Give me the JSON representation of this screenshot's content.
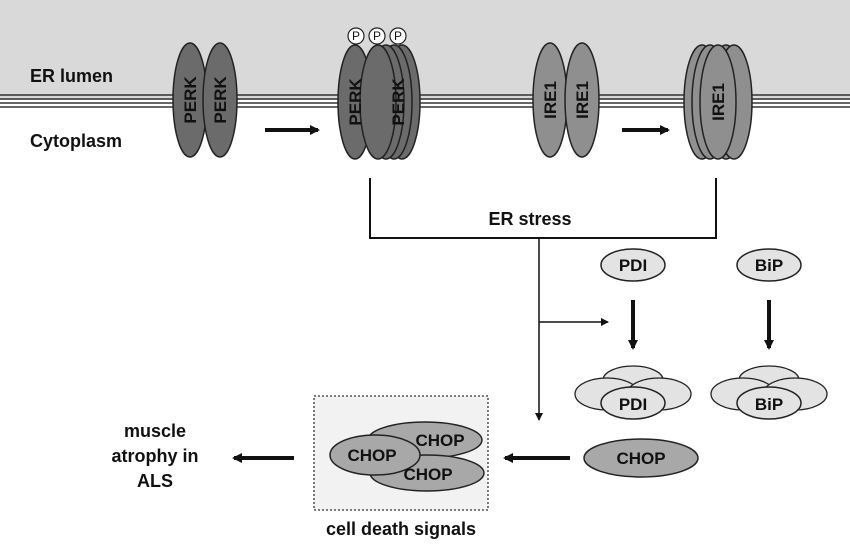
{
  "membrane": {
    "er_lumen_label": "ER lumen",
    "cytoplasm_label": "Cytoplasm"
  },
  "proteins": {
    "perk": "PERK",
    "ire1": "IRE1",
    "phospho": "P",
    "pdi": "PDI",
    "bip": "BiP",
    "chop": "CHOP"
  },
  "labels": {
    "er_stress": "ER stress",
    "cell_death": "cell death signals",
    "outcome_line1": "muscle",
    "outcome_line2": "atrophy in",
    "outcome_line3": "ALS"
  },
  "colors": {
    "lumen_bg": "#d9d9d9",
    "perk_fill": "#6b6b6b",
    "ire1_fill": "#8f8f8f",
    "light_fill": "#e3e3e3",
    "chop_fill": "#a8a8a8"
  }
}
